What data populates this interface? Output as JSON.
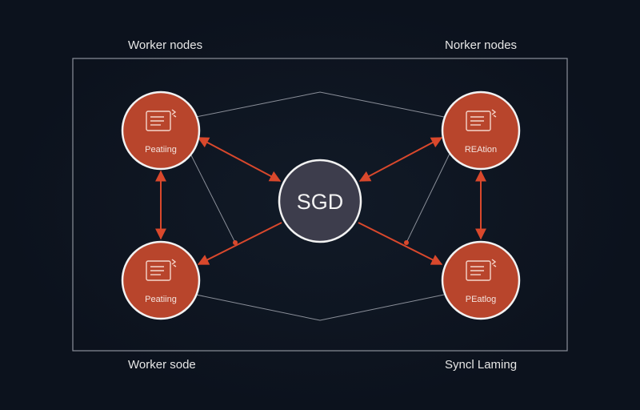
{
  "labels": {
    "top_left": "Worker nodes",
    "top_right": "Norker nodes",
    "bottom_left": "Worker sode",
    "bottom_right": "Syncl Laming"
  },
  "center_node": {
    "label": "SGD"
  },
  "worker_nodes": [
    {
      "id": "tl",
      "label": "Peatiing",
      "icon": "document-icon"
    },
    {
      "id": "tr",
      "label": "REAtion",
      "icon": "document-icon"
    },
    {
      "id": "bl",
      "label": "Peatiing",
      "icon": "document-icon"
    },
    {
      "id": "br",
      "label": "PEatlog",
      "icon": "document-icon"
    }
  ],
  "colors": {
    "background": "#0c121d",
    "node_fill": "#b8452c",
    "node_stroke": "#f2f2f2",
    "center_fill": "#3d3d4c",
    "arrow": "#d9482c",
    "thin_line": "#8a8f99",
    "text": "#e6e6e6"
  }
}
